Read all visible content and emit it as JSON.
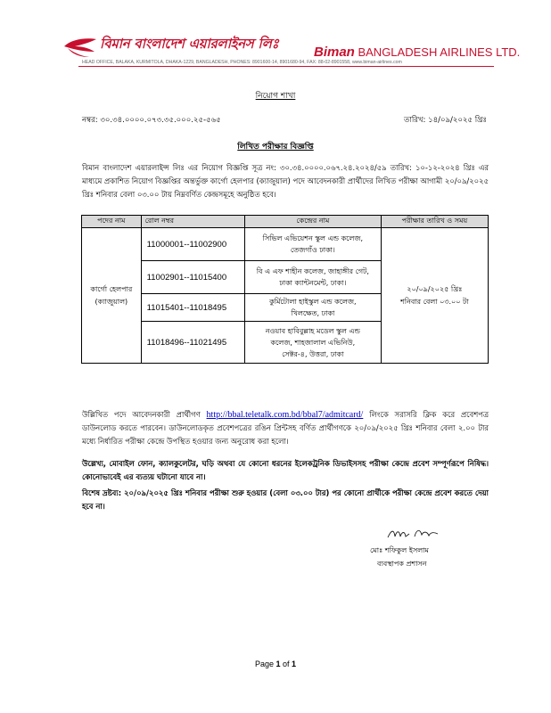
{
  "letterhead": {
    "brand_bangla": "বিমান বাংলাদেশ এয়ারলাইনস লিঃ",
    "brand_en_bold": "Biman",
    "brand_en_rest": "BANGLADESH AIRLINES LTD.",
    "address": "HEAD OFFICE, BALAKA, KURMITOLA, DHAKA-1229, BANGLADESH, PHONES: 8901600-14, 8901680-94, FAX: 88-02-8901558, www.biman-airlines.com",
    "brand_color": "#c8102e"
  },
  "department": "নিয়োগ শাখা",
  "memo_no": "নম্বর: ৩০.৩৪.০০০০.০৭৩.৩৫.০০০.২৫-৫৬৫",
  "memo_date": "তারিখ: ১৪/০৯/২০২৫ খ্রিঃ",
  "title": "লিখিত পরীক্ষার বিজ্ঞপ্তি",
  "intro": "বিমান বাংলাদেশ এয়ারলাইন্স লিঃ এর নিয়োগ বিজ্ঞপ্তি সূত্র নং: ৩০.৩৪.০০০০.০৬৭.২৪.২০২৪/৫৯ তারিখ: ১০-১২-২০২৪ খ্রিঃ এর মাধ্যমে প্রকাশিত নিয়োগ বিজ্ঞপ্তির অন্তর্ভুক্ত কার্গো হেলপার (ক্যাজুয়াল) পদে আবেদনকারী প্রার্থীদের লিখিত পরীক্ষা আগামী ২০/০৯/২০২৫ খ্রিঃ শনিবার বেলা ০৩.০০ টায় নিম্নবর্ণিত কেন্দ্রসমূহে অনুষ্ঠিত হবে।",
  "table": {
    "headers": {
      "post": "পদের নাম",
      "roll": "রোল নম্বর",
      "center": "কেন্দ্রের নাম",
      "datetime": "পরীক্ষার তারিখ ও সময়"
    },
    "post_line1": "কার্গো হেলপার",
    "post_line2": "(ক্যাজুয়াল)",
    "datetime_line1": "২০/০৯/২০২৫ খ্রিঃ",
    "datetime_line2": "শনিবার বেলা ০৩.০০ টা",
    "rows": [
      {
        "roll": "11000001--11002900",
        "center_l1": "সিভিল এভিয়েশন স্কুল এন্ড কলেজ,",
        "center_l2": "তেজগাঁও ঢাকা।",
        "center_l3": ""
      },
      {
        "roll": "11002901--11015400",
        "center_l1": "বি এ এফ শাহীন কলেজ, জাহাঙ্গীর গেট,",
        "center_l2": "ঢাকা ক্যান্টনমেন্ট, ঢাকা।",
        "center_l3": ""
      },
      {
        "roll": "11015401--11018495",
        "center_l1": "কুর্মিটোলা হাইস্কুল এন্ড কলেজ,",
        "center_l2": "খিলক্ষেত, ঢাকা",
        "center_l3": ""
      },
      {
        "roll": "11018496--11021495",
        "center_l1": "নওয়াব হাবিবুল্লাহ মডেল স্কুল এন্ড",
        "center_l2": "কলেজ, শাহজালাল এভিনিউ,",
        "center_l3": "সেক্টর-৪, উত্তরা, ঢাকা"
      }
    ]
  },
  "instruction_before": "উল্লিখিত পদে আবেদনকারী প্রার্থীগণ ",
  "admit_link": "http://bbal.teletalk.com.bd/bbal7/admitcard/",
  "instruction_after": " লিংকে সরাসরি ক্লিক করে প্রবেশপত্র ডাউনলোড করতে পারবেন। ডাউনলোডকৃত প্রবেশপত্রের রঙিন প্রিন্টসহ বর্ণিত প্রার্থীগণকে ২০/০৯/২০২৫ খ্রিঃ শনিবার বেলা ২.০০ টার মধ্যে নির্ধারিত পরীক্ষা কেন্দ্রে উপস্থিত হওয়ার জন্য অনুরোধ করা হলো।",
  "warning": "উল্লেখ্য, মোবাইল ফোন, ক্যালকুলেটর, ঘড়ি অথবা যে কোনো ধরনের ইলেকট্রনিক ডিভাইসসহ পরীক্ষা কেন্দ্রে প্রবেশ সম্পূর্ণরূপে নিষিদ্ধ। কোনোভাবেই এর ব্যত্যয় ঘটানো যাবে না।",
  "special_note": "বিশেষ দ্রষ্টব্য: ২০/০৯/২০২৫ খ্রিঃ শনিবার পরীক্ষা শুরু হওয়ার (বেলা ০৩.০০ টার) পর কোনো প্রার্থীকে পরীক্ষা কেন্দ্রে প্রবেশ করতে দেয়া হবে না।",
  "signatory": {
    "name": "মোঃ শফিকুল ইসলাম",
    "title": "ব্যবস্থাপক প্রশাসন"
  },
  "footer": {
    "prefix": "Page ",
    "current": "1",
    "middle": " of ",
    "total": "1"
  }
}
